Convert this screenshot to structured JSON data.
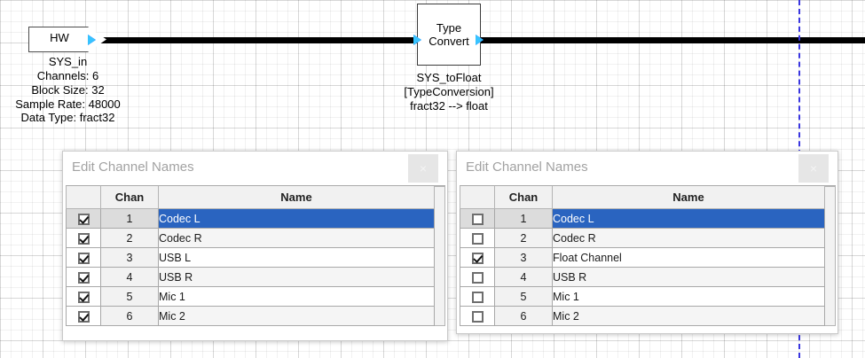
{
  "canvas": {
    "blocks": [
      {
        "id": "hw",
        "label": "HW",
        "caption": "SYS_in\nChannels: 6\nBlock Size: 32\nSample Rate: 48000\nData Type: fract32"
      },
      {
        "id": "type-convert",
        "label_line1": "Type",
        "label_line2": "Convert",
        "caption": "SYS_toFloat\n[TypeConversion]\nfract32 --> float"
      }
    ],
    "port_icon": "input-port-triangle-icon",
    "wire_color": "#000000",
    "selection_line_color": "#3a36e0",
    "grid_minor_color": "#efefef",
    "grid_major_color": "#e4e4e4"
  },
  "dialogs": [
    {
      "id": "left",
      "title": "Edit Channel Names",
      "close_label": "×",
      "columns": [
        "",
        "Chan",
        "Name"
      ],
      "rows": [
        {
          "checked": true,
          "chan": "1",
          "name": "Codec L",
          "selected": true
        },
        {
          "checked": true,
          "chan": "2",
          "name": "Codec R",
          "selected": false
        },
        {
          "checked": true,
          "chan": "3",
          "name": "USB L",
          "selected": false
        },
        {
          "checked": true,
          "chan": "4",
          "name": "USB R",
          "selected": false
        },
        {
          "checked": true,
          "chan": "5",
          "name": "Mic 1",
          "selected": false
        },
        {
          "checked": true,
          "chan": "6",
          "name": "Mic 2",
          "selected": false
        }
      ]
    },
    {
      "id": "right",
      "title": "Edit Channel Names",
      "close_label": "×",
      "columns": [
        "",
        "Chan",
        "Name"
      ],
      "rows": [
        {
          "checked": false,
          "chan": "1",
          "name": "Codec L",
          "selected": true
        },
        {
          "checked": false,
          "chan": "2",
          "name": "Codec R",
          "selected": false
        },
        {
          "checked": true,
          "chan": "3",
          "name": "Float Channel",
          "selected": false
        },
        {
          "checked": false,
          "chan": "4",
          "name": "USB R",
          "selected": false
        },
        {
          "checked": false,
          "chan": "5",
          "name": "Mic 1",
          "selected": false
        },
        {
          "checked": false,
          "chan": "6",
          "name": "Mic 2",
          "selected": false
        }
      ]
    }
  ],
  "colors": {
    "selection_blue": "#2a64c0",
    "port_blue": "#37c3ff",
    "title_gray": "#a2a2a2"
  }
}
